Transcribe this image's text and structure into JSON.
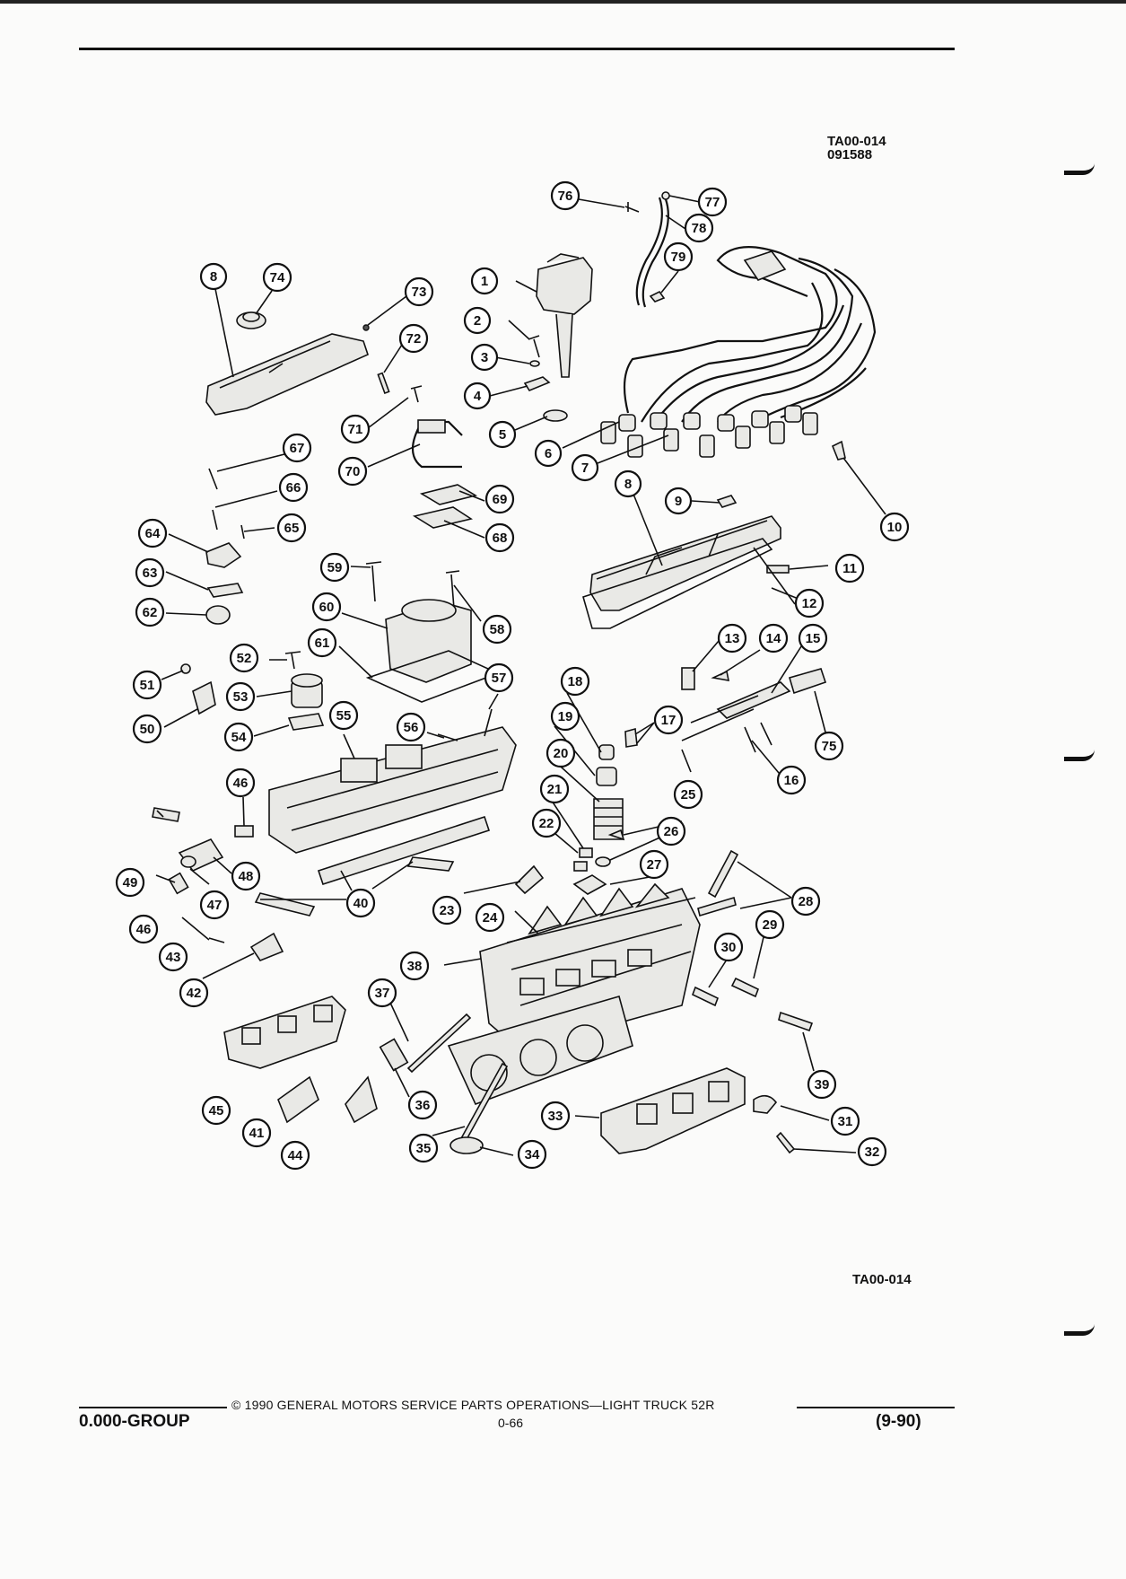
{
  "header": {
    "ref_code": "TA00-014",
    "ref_date": "091588"
  },
  "diagram": {
    "bottom_ref": "TA00-014",
    "callouts": [
      "1",
      "2",
      "3",
      "4",
      "5",
      "6",
      "7",
      "8",
      "9",
      "10",
      "11",
      "12",
      "13",
      "14",
      "15",
      "16",
      "17",
      "18",
      "19",
      "20",
      "21",
      "22",
      "23",
      "24",
      "25",
      "26",
      "27",
      "28",
      "29",
      "30",
      "31",
      "32",
      "33",
      "34",
      "35",
      "36",
      "37",
      "38",
      "39",
      "40",
      "41",
      "42",
      "43",
      "44",
      "45",
      "46",
      "47",
      "48",
      "49",
      "50",
      "51",
      "52",
      "53",
      "54",
      "55",
      "56",
      "57",
      "58",
      "59",
      "60",
      "61",
      "62",
      "63",
      "64",
      "65",
      "66",
      "67",
      "68",
      "69",
      "70",
      "71",
      "72",
      "73",
      "74",
      "75",
      "76",
      "77",
      "78",
      "79"
    ]
  },
  "footer": {
    "copyright": "© 1990  GENERAL MOTORS SERVICE PARTS OPERATIONS—LIGHT TRUCK 52R",
    "group": "0.000-GROUP",
    "page": "0-66",
    "date": "(9-90)"
  }
}
